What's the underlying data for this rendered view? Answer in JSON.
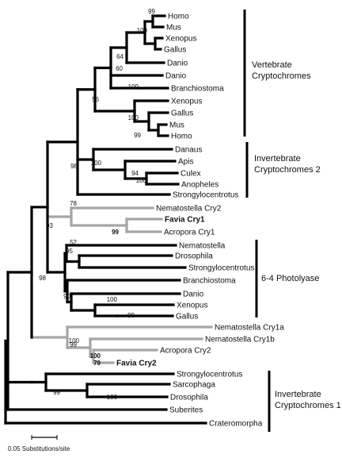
{
  "tree": {
    "colors": {
      "main": "#000000",
      "highlight": "#a6a6a6"
    },
    "taxa": [
      {
        "id": "homo_v",
        "label": "Homo"
      },
      {
        "id": "mus_v",
        "label": "Mus"
      },
      {
        "id": "xenopus_v1",
        "label": "Xenopus"
      },
      {
        "id": "gallus_v1",
        "label": "Gallus"
      },
      {
        "id": "danio_v1",
        "label": "Danio"
      },
      {
        "id": "danio_v2",
        "label": "Danio"
      },
      {
        "id": "branchiostoma_v",
        "label": "Branchiostoma"
      },
      {
        "id": "xenopus_v2",
        "label": "Xenopus"
      },
      {
        "id": "gallus_v2",
        "label": "Gallus"
      },
      {
        "id": "mus_v2",
        "label": "Mus"
      },
      {
        "id": "homo_v2",
        "label": "Homo"
      },
      {
        "id": "danaus",
        "label": "Danaus"
      },
      {
        "id": "apis",
        "label": "Apis"
      },
      {
        "id": "culex",
        "label": "Culex"
      },
      {
        "id": "anopheles",
        "label": "Anopheles"
      },
      {
        "id": "strongylo_1",
        "label": "Strongylocentrotus"
      },
      {
        "id": "nemato_cry2",
        "label": "Nematostella Cry2"
      },
      {
        "id": "favia_cry1",
        "label": "Favia Cry1"
      },
      {
        "id": "acropora_cry1",
        "label": "Acropora Cry1"
      },
      {
        "id": "nemato_64",
        "label": "Nematostella"
      },
      {
        "id": "drosophila_64",
        "label": "Drosophila"
      },
      {
        "id": "strongylo_64",
        "label": "Strongylocentrotus"
      },
      {
        "id": "branchiostoma_64",
        "label": "Branchiostoma"
      },
      {
        "id": "danio_64",
        "label": "Danio"
      },
      {
        "id": "xenopus_64",
        "label": "Xenopus"
      },
      {
        "id": "gallus_64",
        "label": "Gallus"
      },
      {
        "id": "nemato_cry1a",
        "label": "Nematostella Cry1a"
      },
      {
        "id": "nemato_cry1b",
        "label": "Nematostella Cry1b"
      },
      {
        "id": "acropora_cry2",
        "label": "Acropora Cry2"
      },
      {
        "id": "favia_cry2",
        "label": "Favia Cry2"
      },
      {
        "id": "strongylo_inv3",
        "label": "Strongylocentrotus"
      },
      {
        "id": "sarcophaga",
        "label": "Sarcophaga"
      },
      {
        "id": "drosophila_inv3",
        "label": "Drosophila"
      },
      {
        "id": "suberites",
        "label": "Suberites"
      },
      {
        "id": "crateromorpha",
        "label": "Crateromorpha"
      }
    ],
    "support_values": [
      "99",
      "100",
      "64",
      "60",
      "100",
      "100",
      "99",
      "56",
      "98",
      "100",
      "94",
      "100",
      "78",
      "99",
      "93",
      "52",
      "95",
      "90",
      "100",
      "99",
      "98",
      "100",
      "99",
      "100",
      "79",
      "99",
      "100"
    ],
    "clades": [
      {
        "id": "vertebrate_cry",
        "lines": [
          "Vertebrate",
          "Cryptochromes"
        ]
      },
      {
        "id": "invertebrate_cry2",
        "lines": [
          "Invertebrate",
          "Cryptochromes 2"
        ]
      },
      {
        "id": "photolyase_64",
        "lines": [
          "6-4 Photolyase"
        ]
      },
      {
        "id": "invertebrate_cry",
        "lines": [
          "Invertebrate",
          "Cryptochromes 1"
        ]
      }
    ],
    "scale_bar": {
      "label": "0.05 Substitutions/site"
    }
  }
}
